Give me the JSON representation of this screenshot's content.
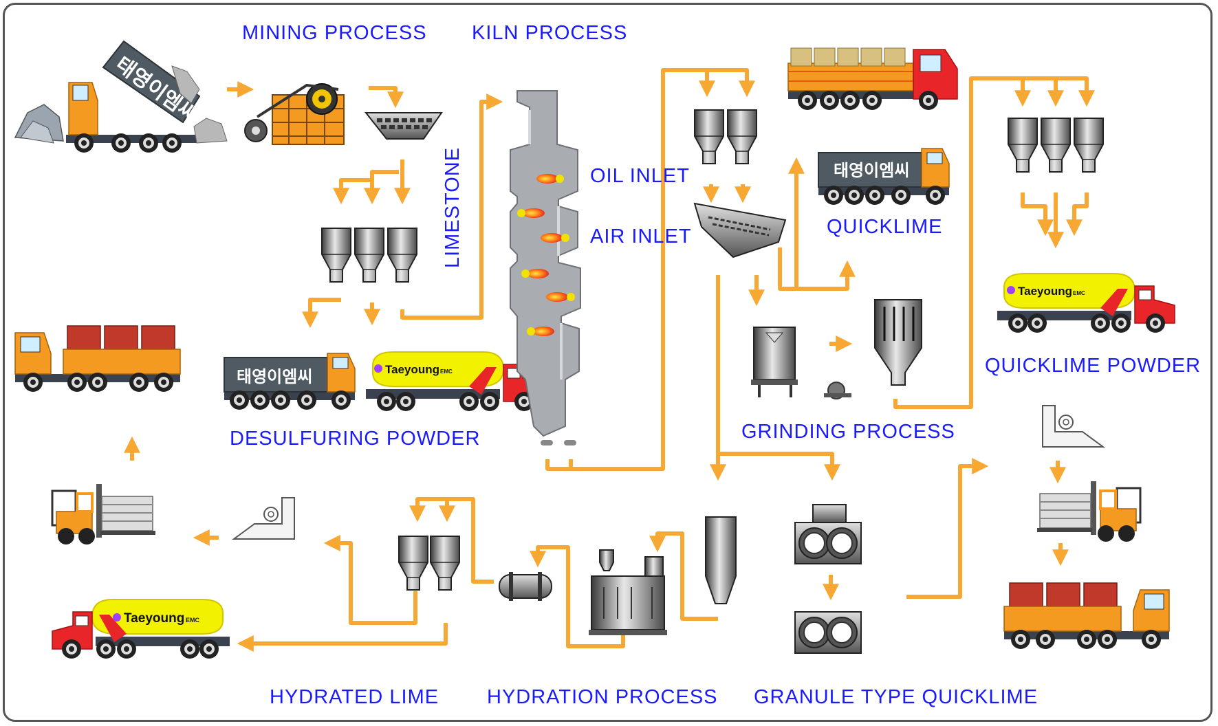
{
  "labels": {
    "mining": "MINING PROCESS",
    "kiln": "KILN PROCESS",
    "limestone": "LIMESTONE",
    "oil_inlet": "OIL INLET",
    "air_inlet": "AIR INLET",
    "quicklime": "QUICKLIME",
    "quicklime_powder": "QUICKLIME POWDER",
    "grinding": "GRINDING PROCESS",
    "desulfuring": "DESULFURING POWDER",
    "hydrated_lime": "HYDRATED LIME",
    "hydration": "HYDRATION PROCESS",
    "granule": "GRANULE TYPE QUICKLIME"
  },
  "brands": {
    "korean": "태영이엠씨",
    "english": "Taeyoung",
    "english_suffix": "EMC"
  },
  "colors": {
    "arrow": "#f7a833",
    "label": "#1a1aff",
    "frame": "#555555",
    "truck_cab_orange": "#f59a20",
    "truck_cab_red": "#e8262a",
    "tank_yellow": "#f2f200"
  }
}
